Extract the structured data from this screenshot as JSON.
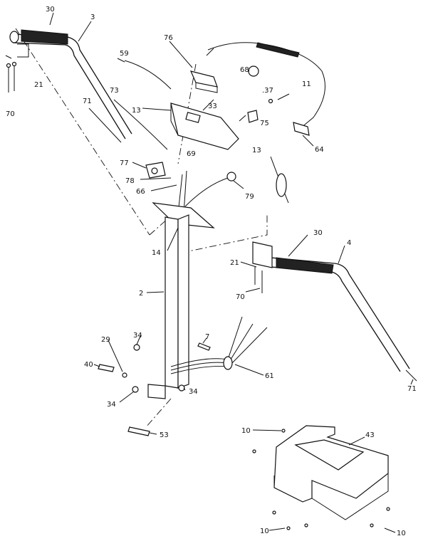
{
  "diagram": {
    "labels": {
      "l30a": "30",
      "l3": "3",
      "l76": "76",
      "l59": "59",
      "l68": "68",
      "l21a": "21",
      "l70a": "70",
      "l71a": "71",
      "l73": "73",
      "l13a": "13",
      "l33": "33",
      "l37": ".37",
      "l11": "11",
      "l75": "75",
      "l64": "64",
      "l13b": "13",
      "l77": "77",
      "l69": "69",
      "l78": "78",
      "l66": "66",
      "l79": "79",
      "l14": "14",
      "l30b": "30",
      "l4": "4",
      "l21b": "21",
      "l70b": "70",
      "l2": "2",
      "l34a": "34",
      "l7": "7",
      "l29": "29",
      "l40": "40",
      "l61": "61",
      "l34b": "34",
      "l34c": "34",
      "l71b": "71",
      "l53": "53",
      "l10a": "10",
      "l43": "43",
      "l10b": "10",
      "l10c": "10"
    }
  }
}
